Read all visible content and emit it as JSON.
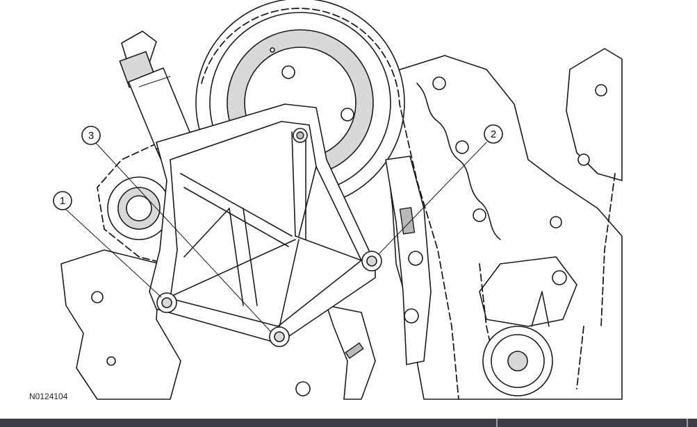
{
  "figure": {
    "ref_code": "N0124104",
    "callouts": [
      "1",
      "2",
      "3"
    ]
  },
  "colors": {
    "line": "#1a1a1a",
    "shade": "#d8d8d8",
    "footer_bar": "#3a3f45"
  }
}
